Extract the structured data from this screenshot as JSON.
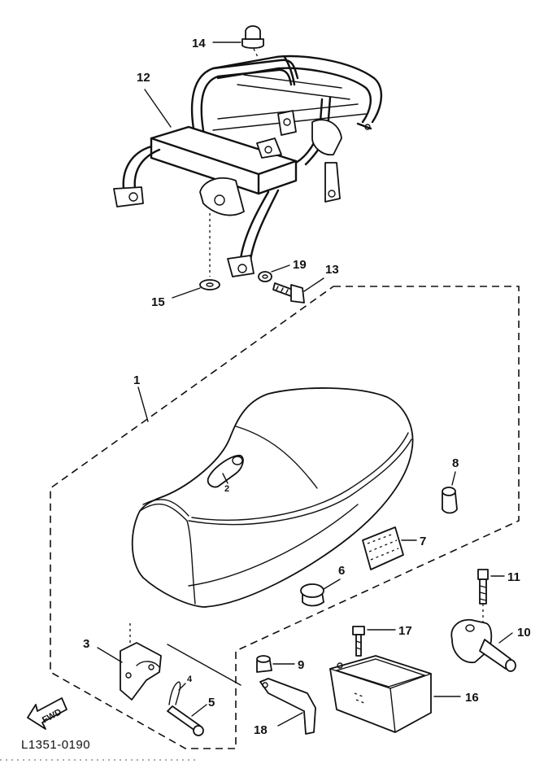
{
  "diagram": {
    "reference_code": "L1351-0190",
    "direction_arrow_label": "FWD",
    "parts": {
      "p1": "1",
      "p2": "2",
      "p3": "3",
      "p4": "4",
      "p5": "5",
      "p6": "6",
      "p7": "7",
      "p8": "8",
      "p9": "9",
      "p10": "10",
      "p11": "11",
      "p12": "12",
      "p13": "13",
      "p14": "14",
      "p15": "15",
      "p16": "16",
      "p17": "17",
      "p18": "18",
      "p19": "19"
    }
  }
}
